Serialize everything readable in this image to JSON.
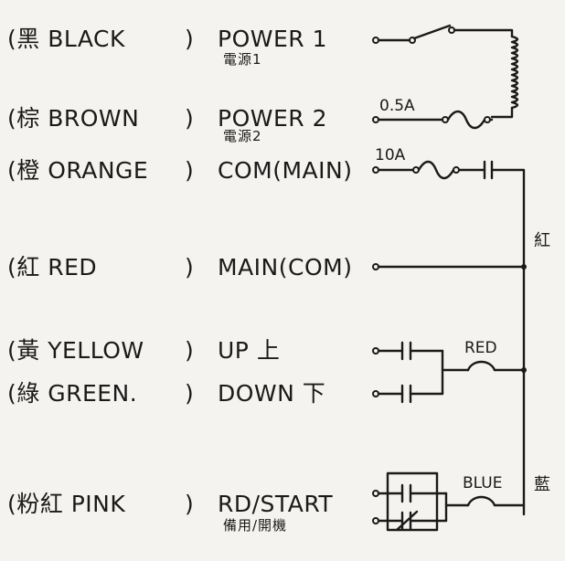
{
  "wires": [
    {
      "color": "(黑 BLACK",
      "close": ")",
      "function": "POWER 1",
      "function_cn": "電源1"
    },
    {
      "color": "(棕 BROWN",
      "close": ")",
      "function": "POWER 2",
      "function_cn": "電源2"
    },
    {
      "color": "(橙 ORANGE",
      "close": ")",
      "function": "COM(MAIN)",
      "function_cn": ""
    },
    {
      "color": "(紅 RED",
      "close": ")",
      "function": "MAIN(COM)",
      "function_cn": ""
    },
    {
      "color": "(黃 YELLOW",
      "close": ")",
      "function": "UP 上",
      "function_cn": ""
    },
    {
      "color": "(綠 GREEN.",
      "close": ")",
      "function": "DOWN 下",
      "function_cn": ""
    },
    {
      "color": "(粉紅 PINK",
      "close": ")",
      "function": "RD/START",
      "function_cn": "備用/開機"
    }
  ],
  "components": {
    "fuse_small": "0.5A",
    "fuse_large": "10A",
    "common_label": "紅",
    "up_down_lamp": "RED",
    "start_lamp": "BLUE",
    "start_side_label": "藍"
  }
}
